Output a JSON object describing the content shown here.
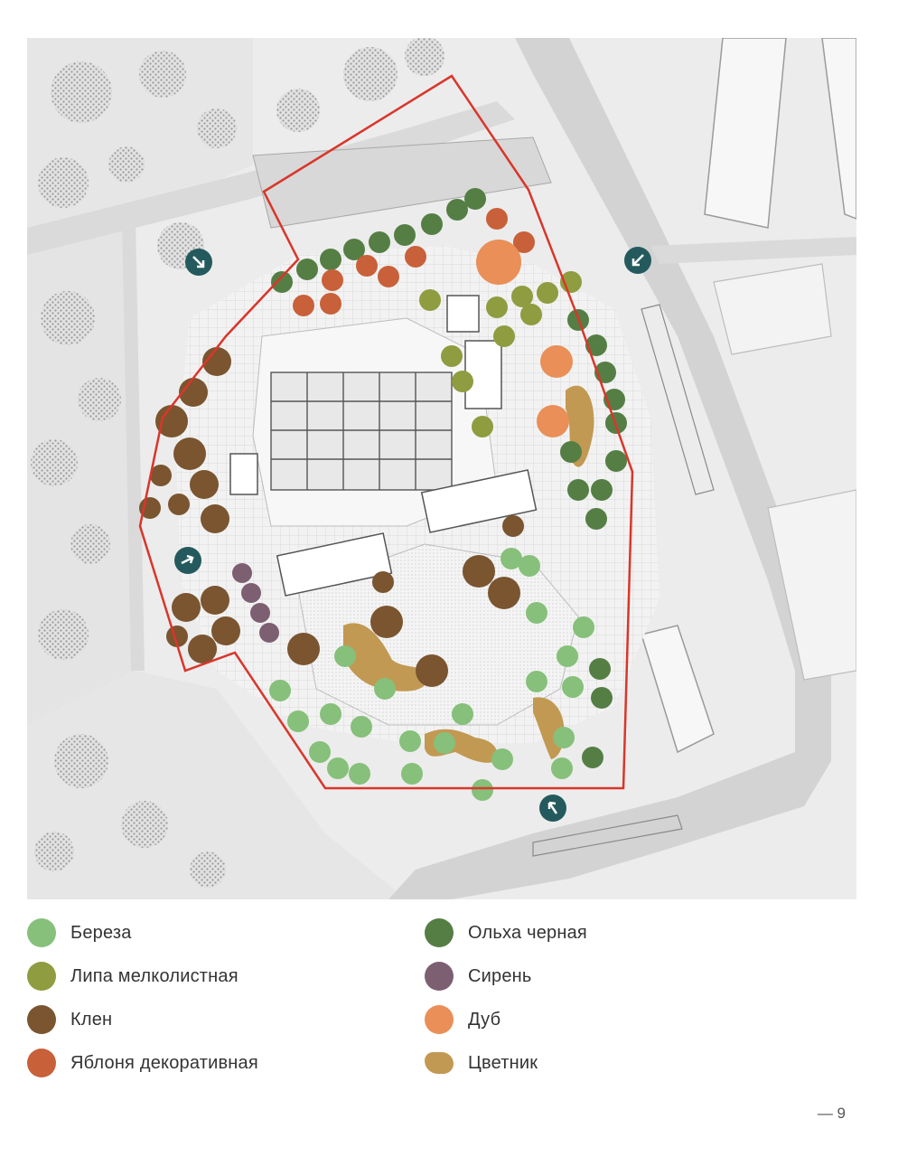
{
  "colors": {
    "background": "#ececec",
    "road": "#d2d2d2",
    "boundary": "#d9362b",
    "entrance": "#245a5e"
  },
  "icons": {
    "entrance": "arrow-in-circle-icon"
  },
  "legend": {
    "items": [
      {
        "label": "Береза",
        "color": "#86c07a",
        "shape": "circle"
      },
      {
        "label": "Липа мелколистная",
        "color": "#8f9c3f",
        "shape": "circle"
      },
      {
        "label": "Клен",
        "color": "#7a5530",
        "shape": "circle"
      },
      {
        "label": "Яблоня декоративная",
        "color": "#c8603a",
        "shape": "circle"
      },
      {
        "label": "Ольха черная",
        "color": "#557e45",
        "shape": "circle"
      },
      {
        "label": "Сирень",
        "color": "#7d5f72",
        "shape": "circle"
      },
      {
        "label": "Дуб",
        "color": "#e98f57",
        "shape": "circle"
      },
      {
        "label": "Цветник",
        "color": "#c29952",
        "shape": "blob"
      }
    ]
  },
  "page": {
    "number": "— 9"
  }
}
